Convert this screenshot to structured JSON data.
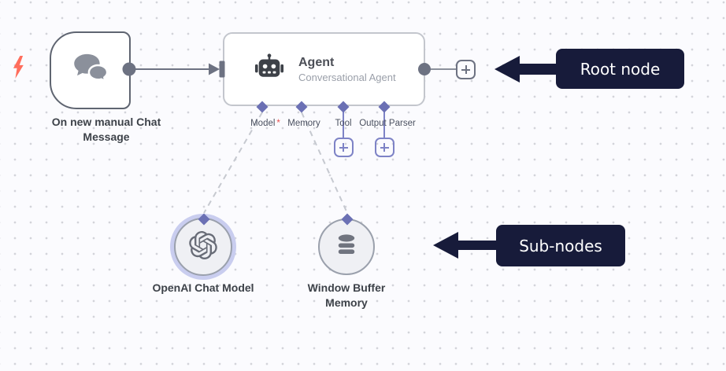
{
  "workflow": {
    "trigger_node": {
      "label": "On new manual Chat Message"
    },
    "agent_node": {
      "title": "Agent",
      "subtitle": "Conversational Agent",
      "ports": [
        {
          "label": "Model",
          "required_marker": "*"
        },
        {
          "label": "Memory"
        },
        {
          "label": "Tool"
        },
        {
          "label": "Output Parser"
        }
      ]
    },
    "sub_nodes": [
      {
        "label": "OpenAI Chat Model"
      },
      {
        "label": "Window Buffer Memory"
      }
    ]
  },
  "annotations": {
    "root_node": {
      "label": "Root node"
    },
    "sub_nodes": {
      "label": "Sub-nodes"
    }
  },
  "colors": {
    "annotation_bg": "#171b3a",
    "port_accent": "#7e83c6",
    "diamond_fill": "#6b70b4",
    "connector_gray": "#6d7282",
    "trigger_bolt": "#ff6d5c",
    "selected_ring": "#c9cdef",
    "canvas_dot": "#d3d4da"
  }
}
